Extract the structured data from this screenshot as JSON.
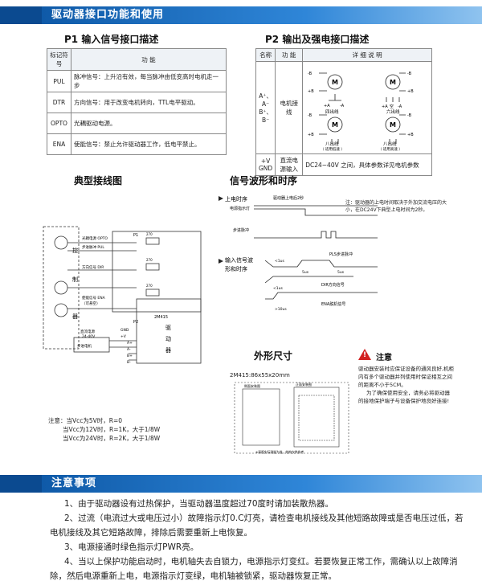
{
  "banners": {
    "top": "驱动器接口功能和使用",
    "bottom": "注意事项"
  },
  "p1": {
    "title": "P1 输入信号接口描述",
    "headers": [
      "标记符号",
      "功    能"
    ],
    "rows": [
      {
        "sym": "PUL",
        "desc": "脉冲信号：上升沿有效，每当脉冲由低变高时电机走一步"
      },
      {
        "sym": "DTR",
        "desc": "方向信号：用于改变电机转向，TTL电平驱动。"
      },
      {
        "sym": "OPTO",
        "desc": "光耦驱动电源。"
      },
      {
        "sym": "ENA",
        "desc": "使能信号：禁止允许驱动器工作，低电平禁止。"
      }
    ]
  },
  "p2": {
    "title": "P2 输出及强电接口描述",
    "headers": [
      "名称",
      "功  能",
      "详 细 说 明"
    ],
    "row1": {
      "sym": "A⁺、A⁻\nB⁺、B⁻",
      "func": "电机接线"
    },
    "row2": {
      "sym": "+V\nGND",
      "func": "直流电源输入",
      "desc": "DC24~40V 之间，具体参数详见电机参数"
    },
    "motor_labels": {
      "m": "M",
      "four": "四出线",
      "six": "六出线",
      "eight_series": "八出线",
      "eight_series_sub": "（ 适用低速 ）",
      "eight_parallel": "八出线",
      "eight_parallel_sub": "（ 适用高速 ）",
      "b_plus": "+B",
      "b_minus": "-B",
      "a_plus": "+A",
      "a_minus": "-A",
      "empty": "空"
    }
  },
  "wiring": {
    "title": "典型接线图",
    "controller": [
      "控",
      "制",
      "器"
    ],
    "labels": [
      "光耦电源 OPTO",
      "步进脉冲 PUL",
      "方向信号 DIR",
      "使能信号 ENA",
      "（可悬空）"
    ],
    "p1": "P1",
    "p2": "P2",
    "model": "2M415",
    "driver": [
      "驱",
      "动",
      "器"
    ],
    "resistor": "270",
    "supply": [
      "直流电源",
      "24-40V"
    ],
    "gnd": "GND",
    "vplus": "+V",
    "motor": "步进电机",
    "terms": [
      "A+",
      "A-",
      "B+",
      "B-"
    ],
    "notes": [
      "注意：当Vcc为5V时，R=0",
      "当Vcc为12V时，R=1K，大于1/8W",
      "当Vcc为24V时，R=2K，大于1/8W"
    ]
  },
  "timing": {
    "title": "信号波形和时序",
    "power_on": "上电时序",
    "power_led": "电源指示灯",
    "delay": "驱动器上电后2秒",
    "step": "步进脉冲",
    "note": "注：驱动器的上电时间取决于外加交流电压的大小，在DC24V下典型上电时间为2秒。",
    "input_title": [
      "输入信号波",
      "形和时序"
    ],
    "pls": "PLS步进脉冲",
    "dir": "DIR方向信号",
    "ena": "ENA脱机信号",
    "t1": "<1us",
    "t2": "5us",
    "t3": "<1us",
    "t4": ">10us",
    "t5": "5us"
  },
  "dims": {
    "title": "外形尺寸",
    "model": "2M415:86x55x20mm",
    "view1": "侧面安装图",
    "view2": "正面安装图",
    "footer": "※请视实际测量为准，结构仅供参考"
  },
  "warning": {
    "icon": "!",
    "title": "注意",
    "p1": "驱动器安装时应保证设备的通风良好,机柜内有多个驱动器并列使用时保证相互之间的距离不小于5CM。",
    "p2": "为了确保使用安全，请务必将驱动器的接地保护端子与设备保护地良好连接!"
  },
  "notes": [
    "1、由于驱动器设有过热保护，当驱动器温度超过70度时请加装散热器。",
    "2、过流（电流过大或电压过小）故障指示灯0.C灯亮，请检查电机接线及其他短路故障或是否电压过低，若电机接线及其它短路故障，排除后需要重新上电恢复。",
    "3、电源接通时绿色指示灯PWR亮。",
    "4、当以上保护功能启动时，电机轴失去自锁力，电源指示灯变红。若要恢复正常工作，需确认以上故障消除，然后电源重新上电，电源指示灯变绿，电机轴被锁紧，驱动器恢复正常。"
  ]
}
